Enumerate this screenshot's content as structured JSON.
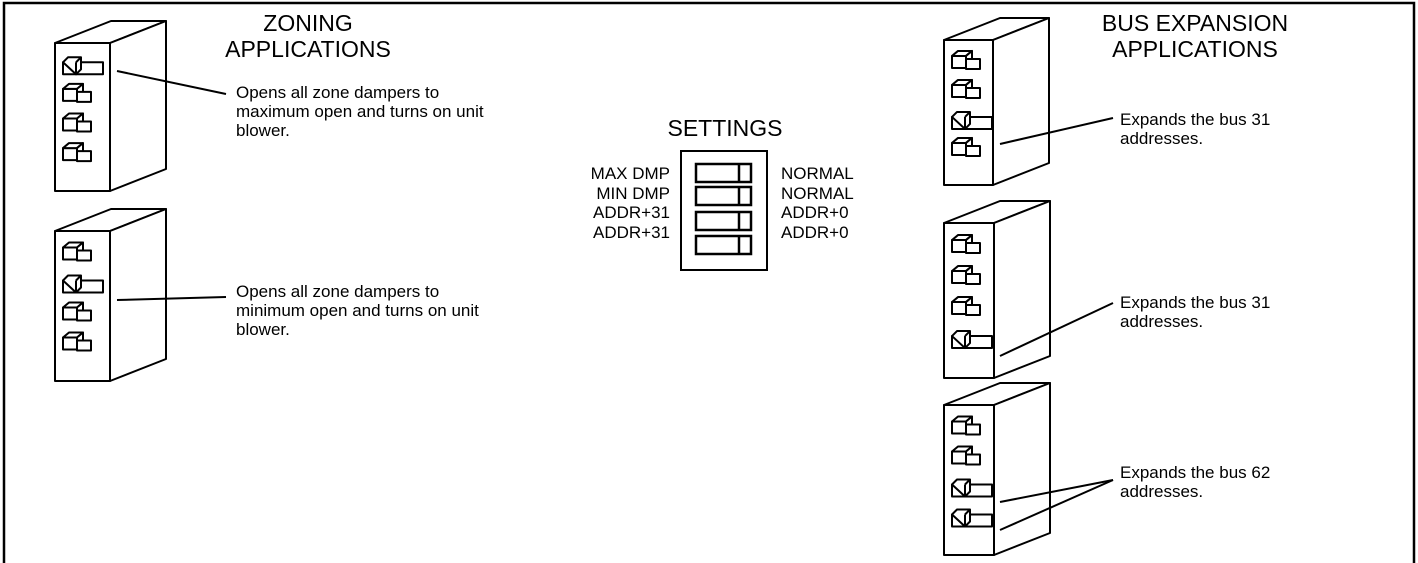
{
  "zoning": {
    "title": "ZONING\nAPPLICATIONS",
    "max_desc": "Opens all zone dampers to maximum open and turns on unit blower.",
    "min_desc": "Opens all zone dampers to minimum open and turns on unit blower."
  },
  "settings": {
    "title": "SETTINGS",
    "left_labels": [
      "MAX DMP",
      "MIN DMP",
      "ADDR+31",
      "ADDR+31"
    ],
    "right_labels": [
      "NORMAL",
      "NORMAL",
      "ADDR+0",
      "ADDR+0"
    ]
  },
  "bus_expansion": {
    "title": "BUS EXPANSION\nAPPLICATIONS",
    "desc_1": "Expands the bus 31 addresses.",
    "desc_2": "Expands the bus 31 addresses.",
    "desc_3": "Expands the bus 62 addresses."
  }
}
